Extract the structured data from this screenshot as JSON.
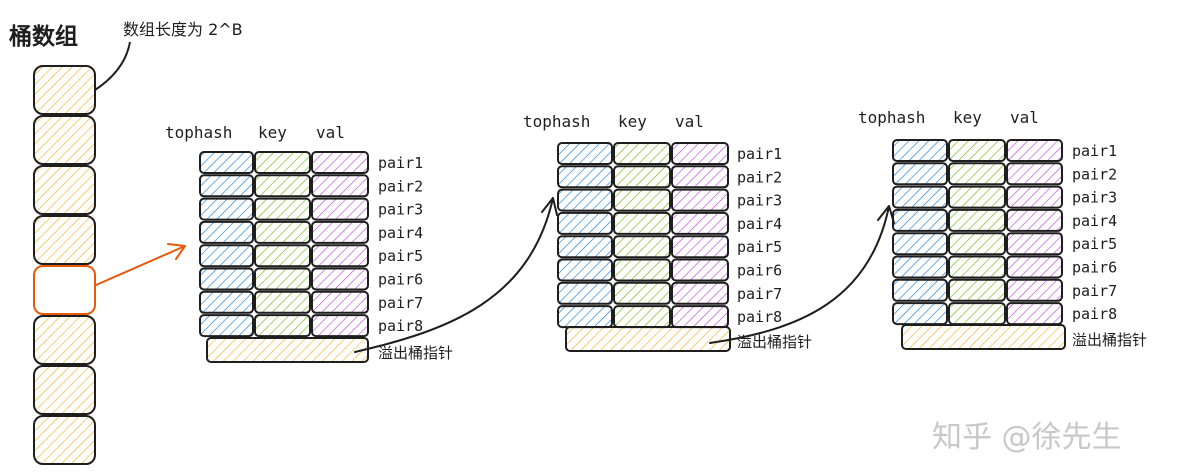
{
  "title": "桶数组",
  "array_note": "数组长度为 2^B",
  "bucket_array": {
    "count": 8,
    "highlighted_index": 4
  },
  "buckets": [
    {
      "headers": [
        "tophash",
        "key",
        "val"
      ],
      "pairs": [
        "pair1",
        "pair2",
        "pair3",
        "pair4",
        "pair5",
        "pair6",
        "pair7",
        "pair8"
      ],
      "overflow_label": "溢出桶指针"
    },
    {
      "headers": [
        "tophash",
        "key",
        "val"
      ],
      "pairs": [
        "pair1",
        "pair2",
        "pair3",
        "pair4",
        "pair5",
        "pair6",
        "pair7",
        "pair8"
      ],
      "overflow_label": "溢出桶指针"
    },
    {
      "headers": [
        "tophash",
        "key",
        "val"
      ],
      "pairs": [
        "pair1",
        "pair2",
        "pair3",
        "pair4",
        "pair5",
        "pair6",
        "pair7",
        "pair8"
      ],
      "overflow_label": "溢出桶指针"
    }
  ],
  "watermark": "知乎 @徐先生",
  "colors": {
    "tophash": "#1c7ed6",
    "key": "#74b816",
    "val": "#be4bdb",
    "bucket": "#f0b429",
    "highlight": "#e8590c",
    "stroke": "#1e1e1e"
  }
}
